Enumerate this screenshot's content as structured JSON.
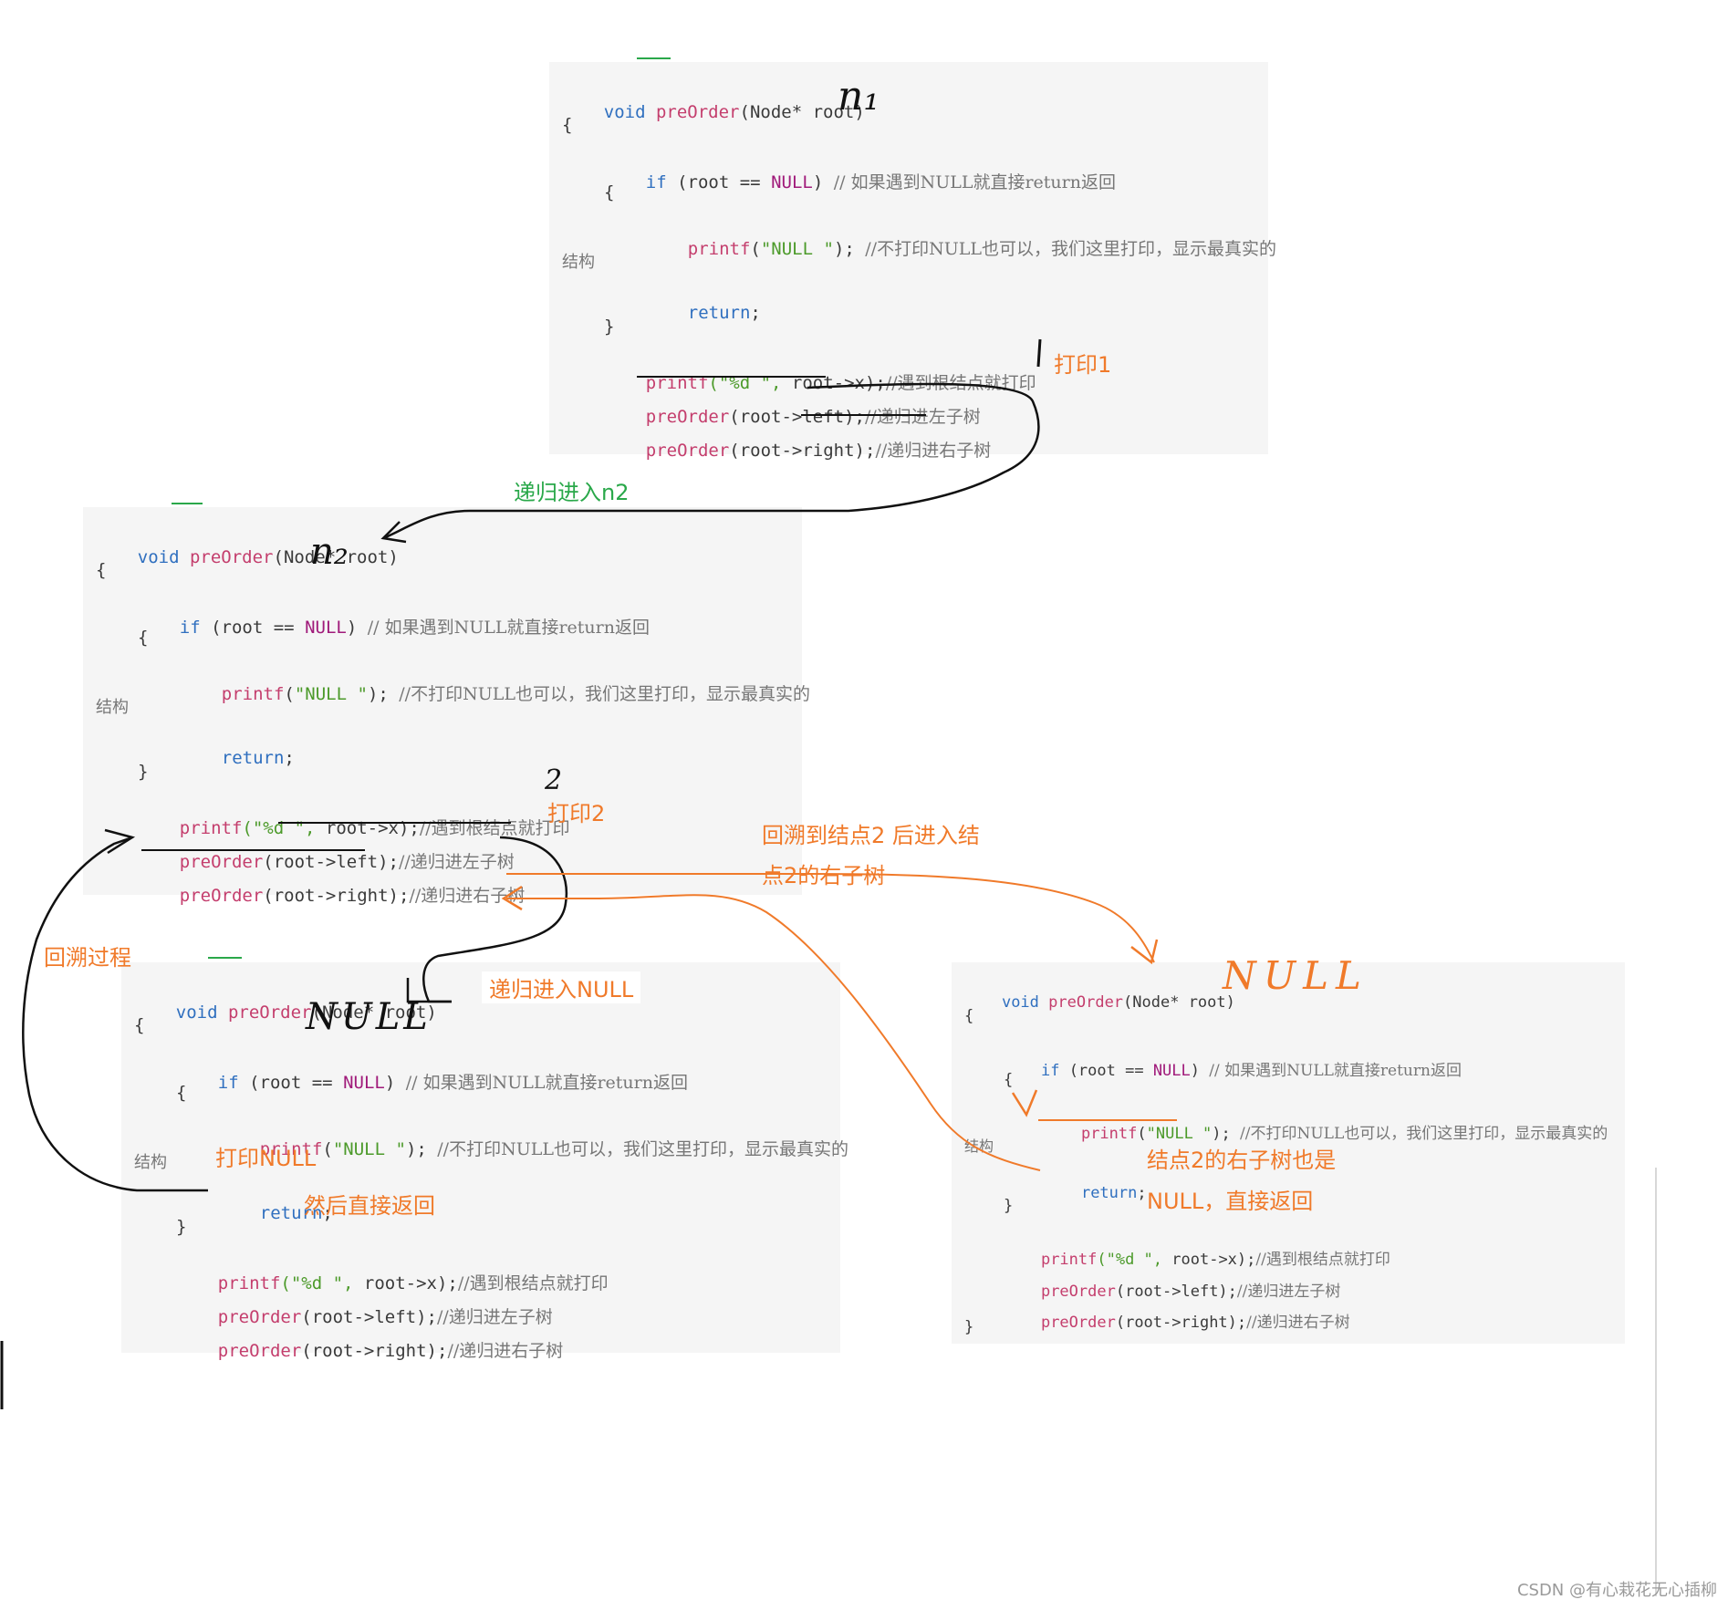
{
  "colors": {
    "orange": "#f07a2a",
    "green": "#2aa84a",
    "ink": "#111111",
    "keyword": "#2f6fbf",
    "function": "#c43e6d",
    "string": "#4c9a2a",
    "null": "#a01a7a",
    "comment": "#777777",
    "block_bg": "#f5f5f5"
  },
  "code": {
    "sig_void": "void",
    "sig_fn": "preOrder",
    "sig_args": "(Node* root)",
    "open_brace": "{",
    "close_brace": "}",
    "if_kw": "if",
    "if_cond_a": "(root == ",
    "if_null": "NULL",
    "if_cond_b": ")",
    "if_comment": "// 如果遇到NULL就直接return返回",
    "inner_open": "{",
    "printf_fn": "printf",
    "printf_open": "(",
    "printf_str": "\"NULL \"",
    "printf_close": ");",
    "printf_comment": "//不打印NULL也可以，我们这里打印，显示最真实的",
    "wrap_comment": "结构",
    "return_kw": "return",
    "return_semi": ";",
    "inner_close": "}",
    "print_fn": "printf",
    "print_str": "(\"%d \", ",
    "print_args": "root->x);",
    "print_comment": "//遇到根结点就打印",
    "left_fn": "preOrder",
    "left_args": "(root->left);",
    "left_comment": "//递归进左子树",
    "right_fn": "preOrder",
    "right_args": "(root->right);",
    "right_comment": "//递归进右子树"
  },
  "annotations": {
    "n1": "n₁",
    "n2": "n₂",
    "null_hand_1": "NULL",
    "null_hand_2": "NULL",
    "two_hand": "2",
    "print1": "打印1",
    "print2": "打印2",
    "enter_n2": "递归进入n2",
    "enter_null": "递归进入NULL",
    "backtrack": "回溯过程",
    "print_null": "打印NULL",
    "then_return": "然后直接返回",
    "backtrack_right_l1": "回溯到结点2 后进入结",
    "backtrack_right_l2": "点2的右子树",
    "right_null_l1": "结点2的右子树也是",
    "right_null_l2": "NULL，直接返回"
  },
  "watermark": "CSDN @有心栽花无心插柳"
}
